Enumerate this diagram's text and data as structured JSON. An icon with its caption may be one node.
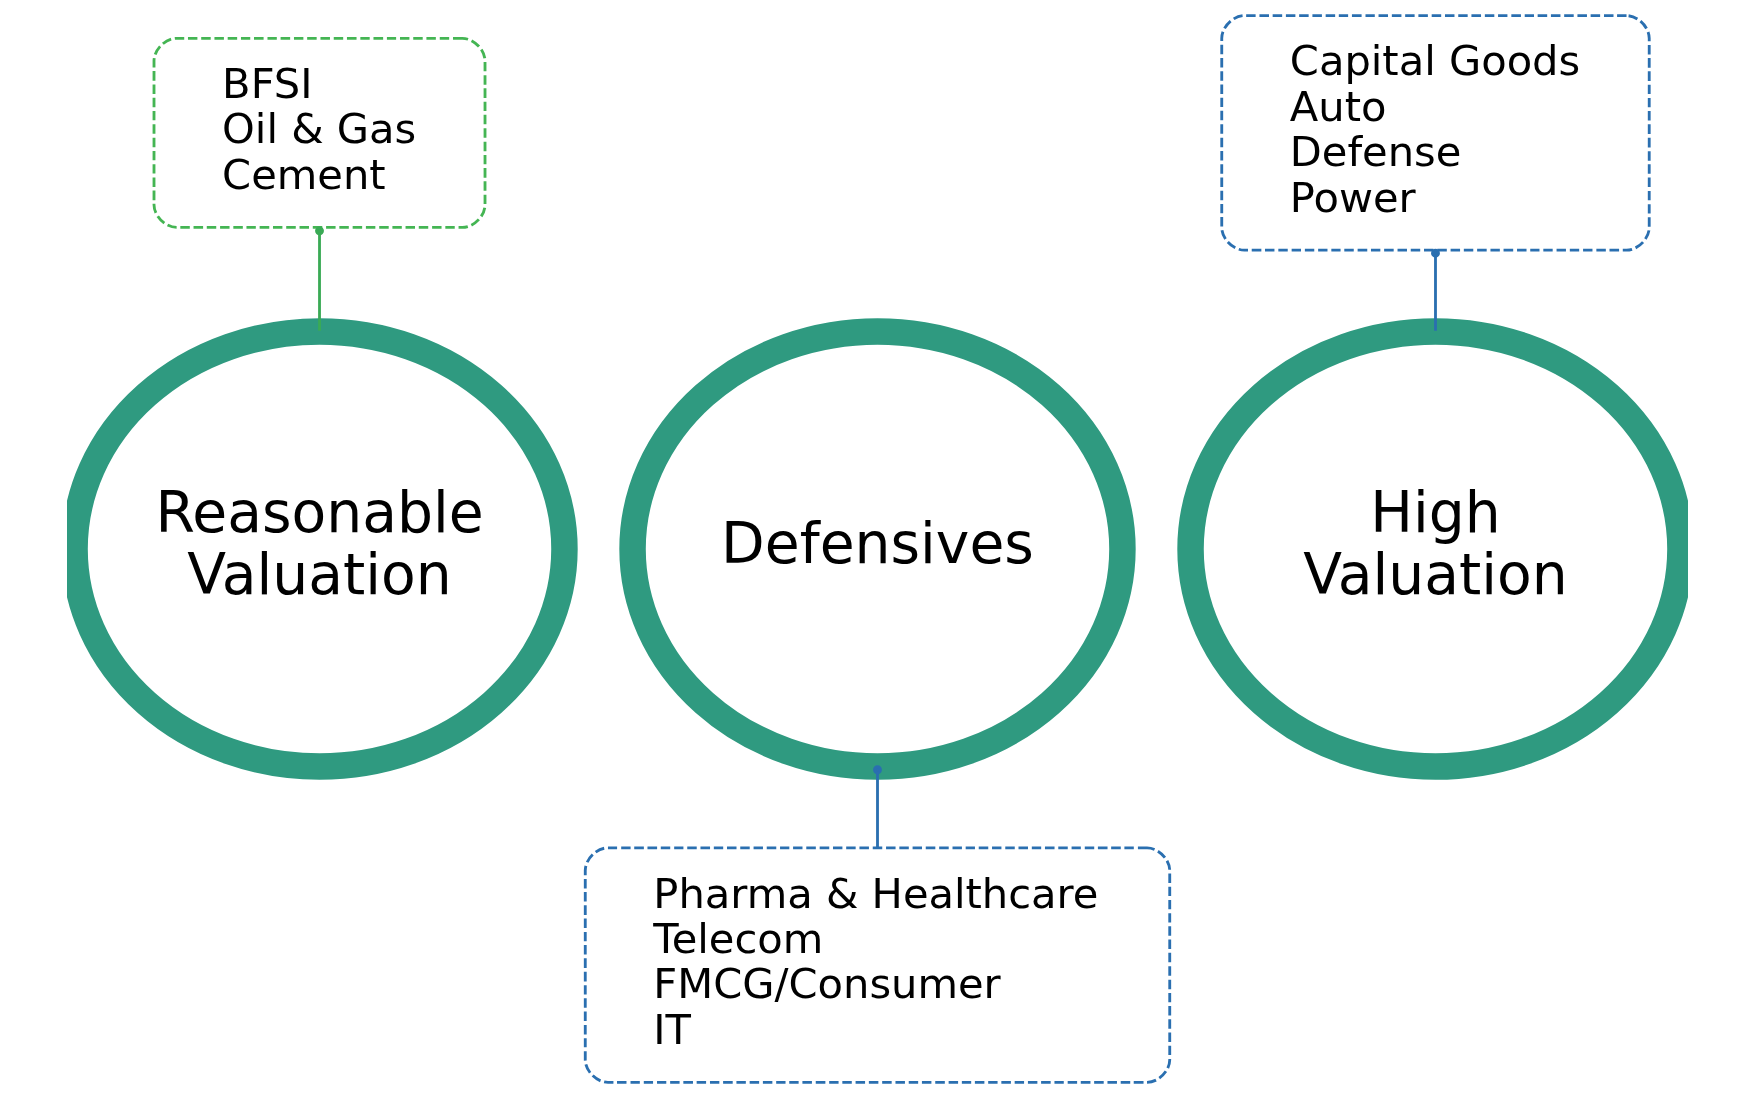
{
  "diagram": {
    "nodes": [
      {
        "text": [
          "Reasonable Valuation"
        ]
      },
      {
        "text": [
          "Defensives"
        ]
      },
      {
        "text": [
          "High Valuation"
        ]
      },
      {
        "text": [
          "BFSI",
          "Oil & Gas",
          "Cement"
        ]
      },
      {
        "text": [
          "Pharma & Healthcare",
          "Telecom",
          "FMCG/Consumer",
          "IT"
        ]
      },
      {
        "text": [
          "Capital Goods",
          "Auto",
          "Defense",
          "Power"
        ]
      }
    ],
    "edges": [
      {
        "from": 3,
        "to": 0,
        "arrow": "other",
        "color": "#3aaa55"
      },
      {
        "from": 1,
        "to": 4,
        "arrow": "other"
      },
      {
        "from": 5,
        "to": 2,
        "arrow": "other"
      }
    ]
  }
}
